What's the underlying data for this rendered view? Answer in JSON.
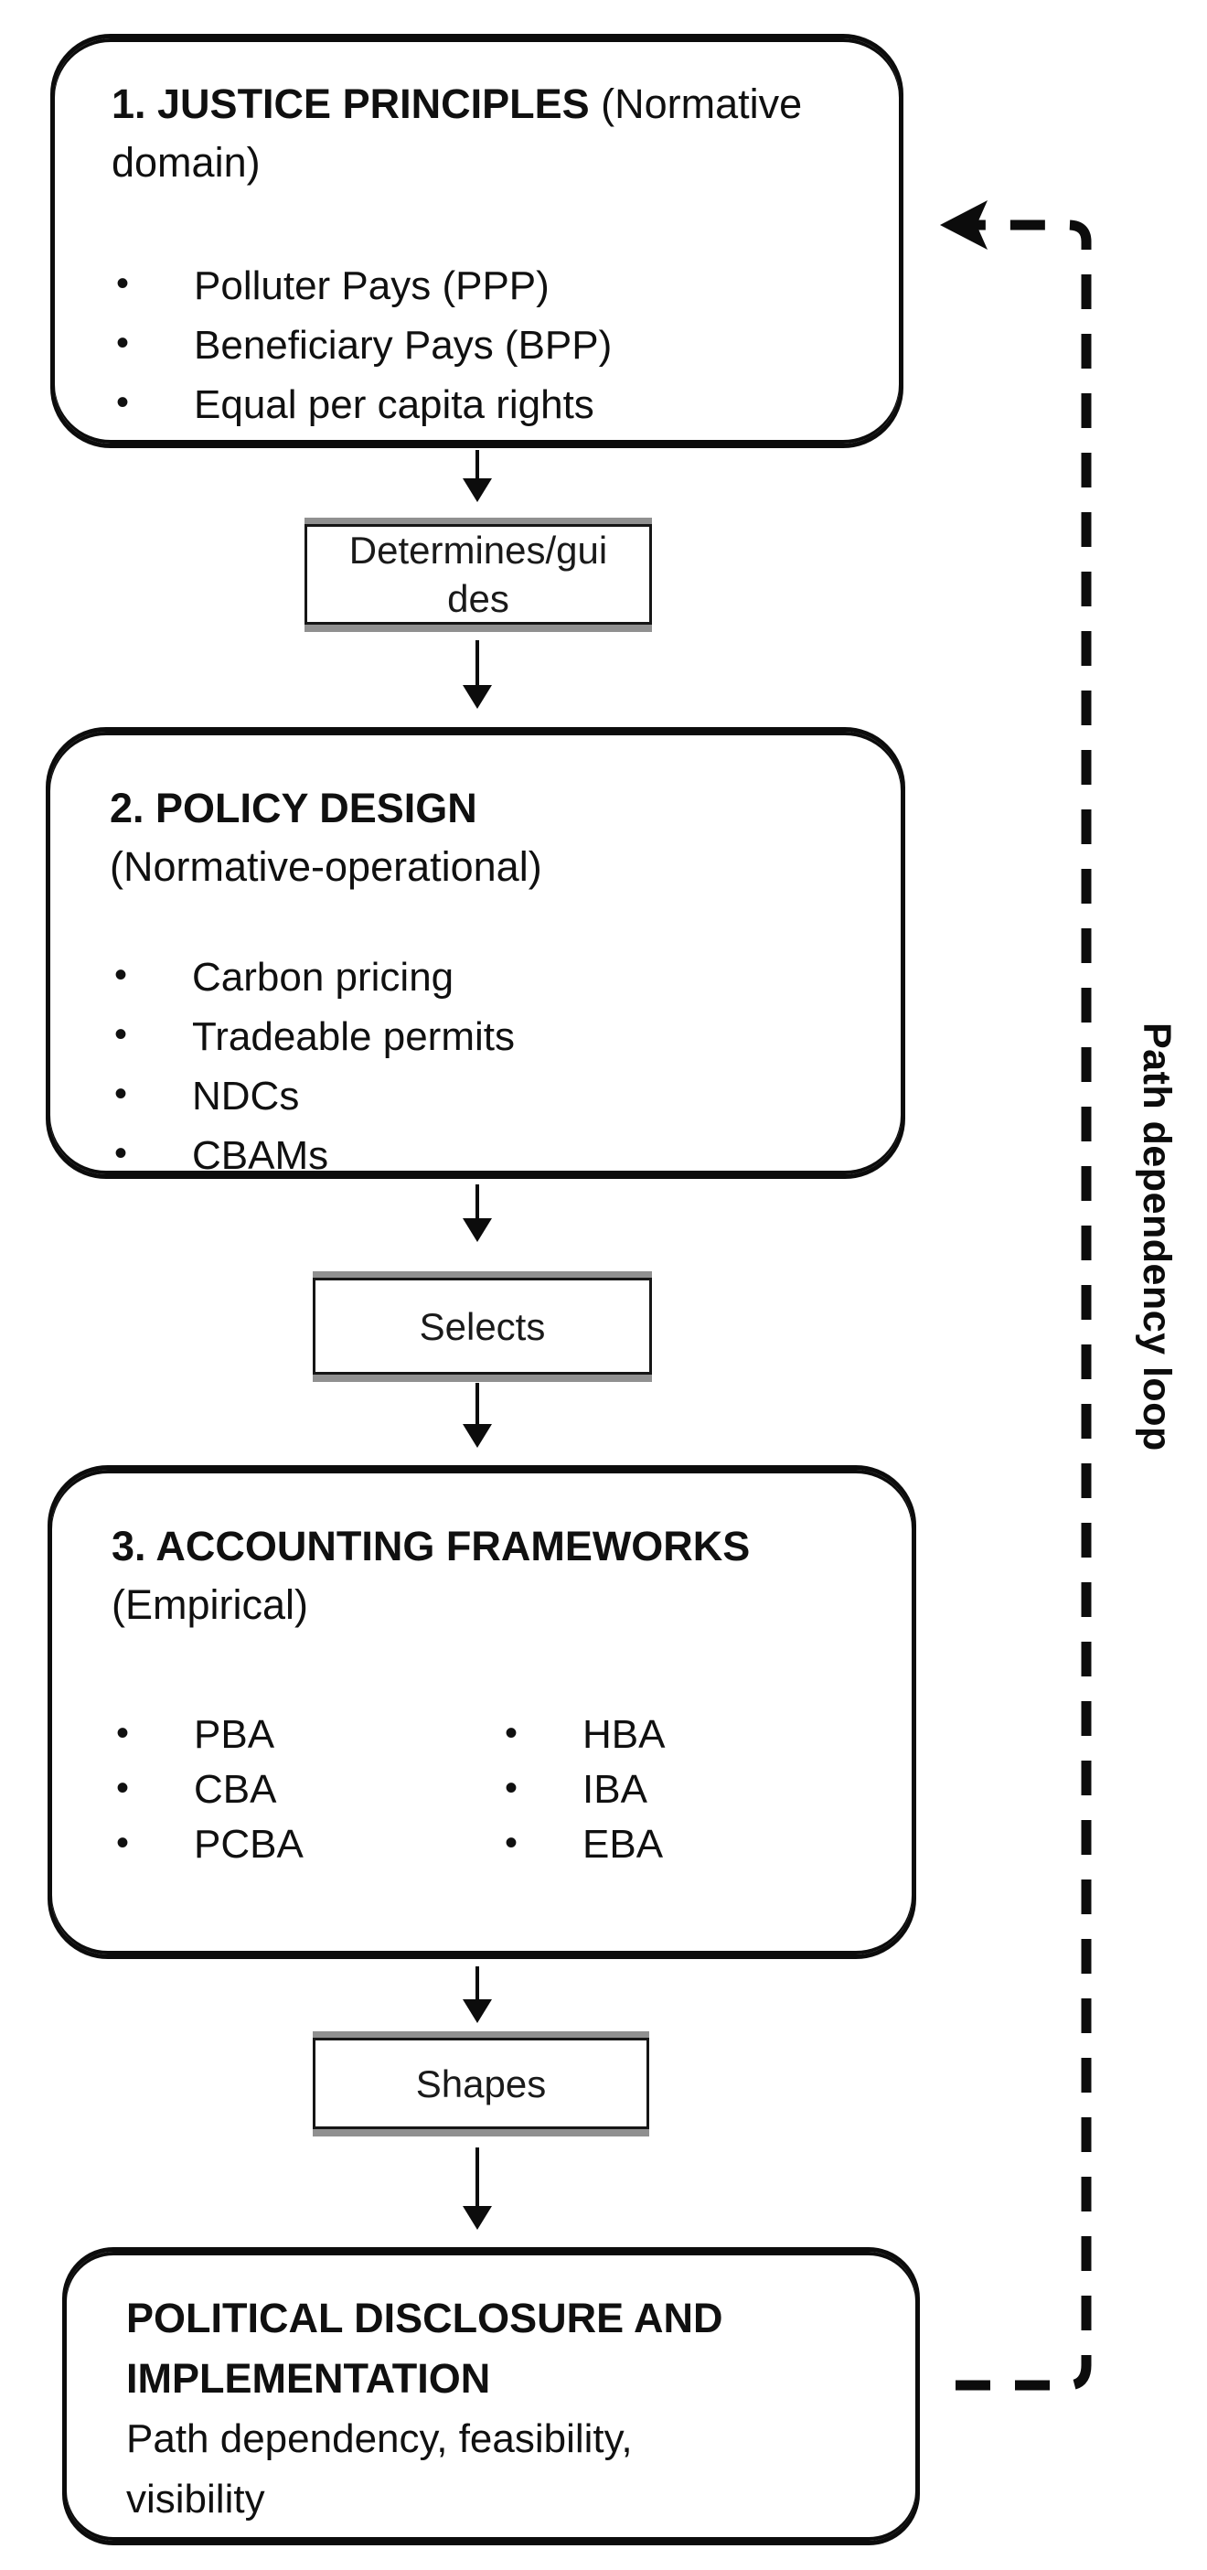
{
  "figure": {
    "colors": {
      "background": "#ffffff",
      "line": "#0c0c0c",
      "connector_shadow": "#909090"
    },
    "boxes": {
      "justice": {
        "heading_bold": "1. JUSTICE PRINCIPLES",
        "heading_tail": " (Normative",
        "heading_line2": "domain)",
        "bullets": [
          "Polluter Pays (PPP)",
          "Beneficiary Pays (BPP)",
          "Equal per capita rights"
        ]
      },
      "policy": {
        "heading_bold": "2. POLICY DESIGN",
        "heading_line2": "(Normative-operational)",
        "bullets": [
          "Carbon pricing",
          "Tradeable permits",
          "NDCs",
          "CBAMs"
        ]
      },
      "accounting": {
        "heading_bold": "3. ACCOUNTING FRAMEWORKS",
        "heading_line2": "(Empirical)",
        "bullets_left": [
          "PBA",
          "CBA",
          "PCBA"
        ],
        "bullets_right": [
          "HBA",
          "IBA",
          "EBA"
        ]
      },
      "political": {
        "heading_line1": "POLITICAL DISCLOSURE AND",
        "heading_line2": "IMPLEMENTATION",
        "body_line1": "Path dependency, feasibility,",
        "body_line2": "visibility"
      }
    },
    "connectors": {
      "determines": {
        "line1": "Determines/gui",
        "line2": "des"
      },
      "selects": {
        "label": "Selects"
      },
      "shapes": {
        "label": "Shapes"
      }
    },
    "loop": {
      "label": "Path dependency loop"
    }
  }
}
